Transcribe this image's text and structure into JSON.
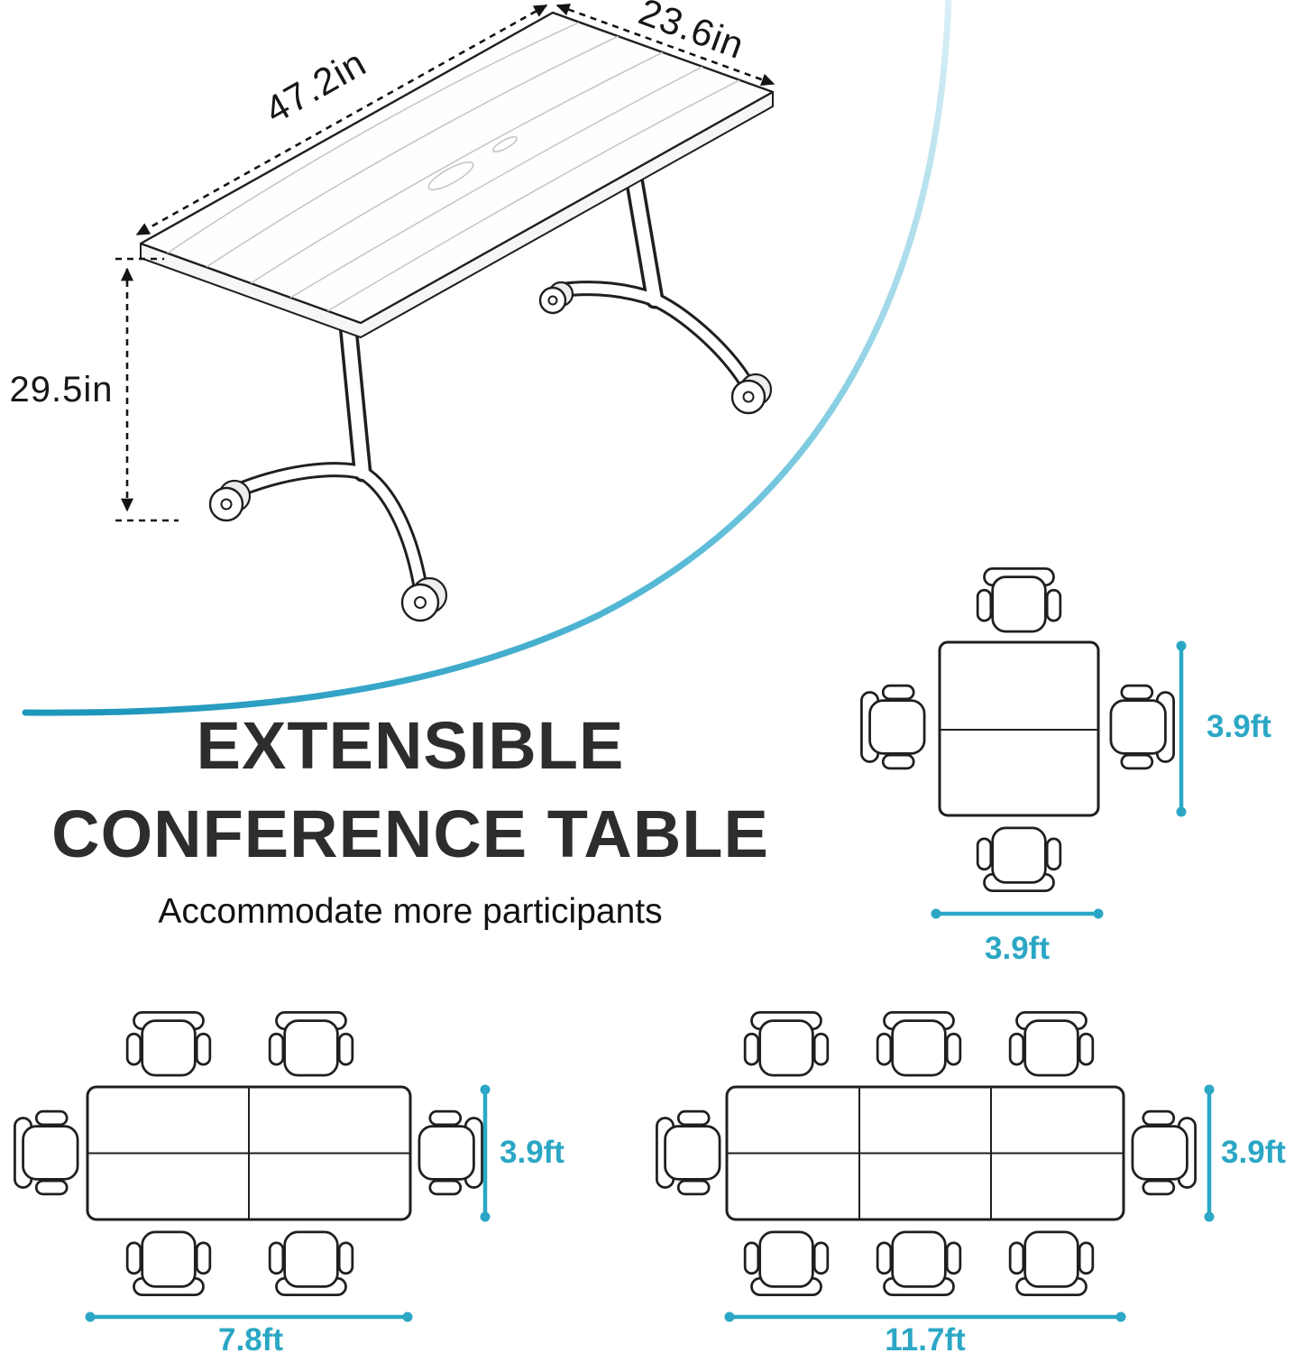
{
  "colors": {
    "accent": "#2BA7C5",
    "arc_light": "#D9EFF6",
    "arc_mid": "#5BBCD8",
    "arc_deep": "#1E96BC"
  },
  "iso_view": {
    "length_label": "47.2in",
    "width_label": "23.6in",
    "height_label": "29.5in"
  },
  "headline": {
    "line1": "EXTENSIBLE",
    "line2": "CONFERENCE TABLE",
    "subtitle": "Accommodate more participants"
  },
  "layouts": {
    "square": {
      "seats": 4,
      "depth_label": "3.9ft",
      "width_label": "3.9ft"
    },
    "medium": {
      "seats": 6,
      "depth_label": "3.9ft",
      "width_label": "7.8ft"
    },
    "large": {
      "seats": 8,
      "depth_label": "3.9ft",
      "width_label": "11.7ft"
    }
  }
}
